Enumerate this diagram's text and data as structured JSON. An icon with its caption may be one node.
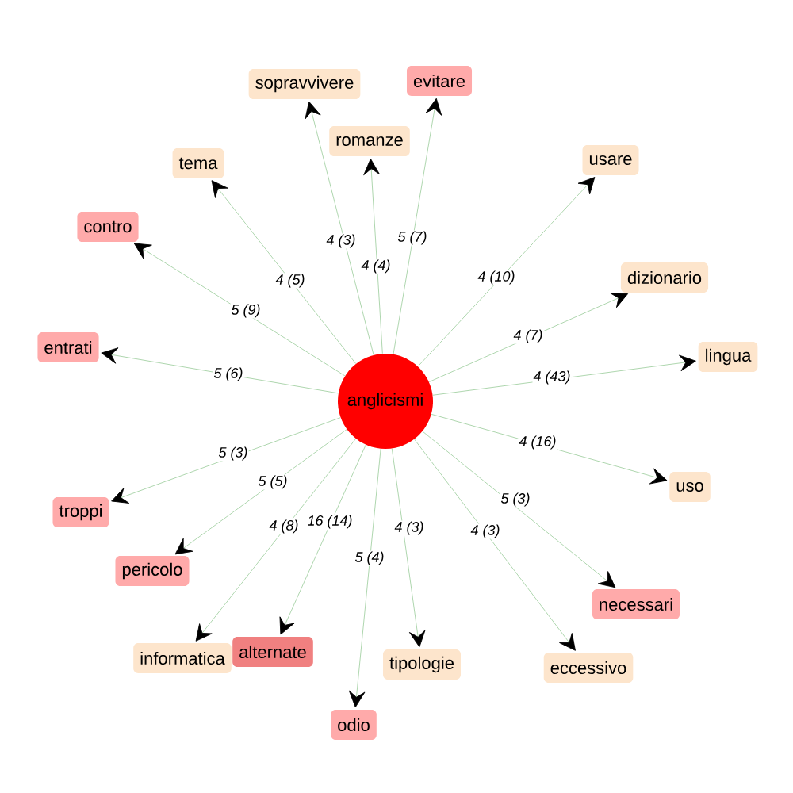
{
  "diagram": {
    "nodes": [
      {
        "text": [
          "anglicismi"
        ]
      },
      {
        "text": [
          "sopravvivere"
        ]
      },
      {
        "text": [
          "evitare"
        ]
      },
      {
        "text": [
          "romanze"
        ]
      },
      {
        "text": [
          "tema"
        ]
      },
      {
        "text": [
          "usare"
        ]
      },
      {
        "text": [
          "contro"
        ]
      },
      {
        "text": [
          "dizionario"
        ]
      },
      {
        "text": [
          "entrati"
        ]
      },
      {
        "text": [
          "lingua"
        ]
      },
      {
        "text": [
          "uso"
        ]
      },
      {
        "text": [
          "troppi"
        ]
      },
      {
        "text": [
          "pericolo"
        ]
      },
      {
        "text": [
          "necessari"
        ]
      },
      {
        "text": [
          "informatica"
        ]
      },
      {
        "text": [
          "alternate"
        ]
      },
      {
        "text": [
          "tipologie"
        ]
      },
      {
        "text": [
          "eccessivo"
        ]
      },
      {
        "text": [
          "odio"
        ]
      }
    ],
    "edges": [
      {
        "from": 0,
        "to": 1,
        "arrow": "to",
        "label": "4 (3)"
      },
      {
        "from": 0,
        "to": 2,
        "arrow": "to",
        "label": "5 (7)"
      },
      {
        "from": 0,
        "to": 3,
        "arrow": "to",
        "label": "4 (4)"
      },
      {
        "from": 0,
        "to": 4,
        "arrow": "to",
        "label": "4 (5)"
      },
      {
        "from": 0,
        "to": 5,
        "arrow": "to",
        "label": "4 (10)"
      },
      {
        "from": 0,
        "to": 6,
        "arrow": "to",
        "label": "5 (9)"
      },
      {
        "from": 0,
        "to": 7,
        "arrow": "to",
        "label": "4 (7)"
      },
      {
        "from": 0,
        "to": 8,
        "arrow": "to",
        "label": "5 (6)"
      },
      {
        "from": 0,
        "to": 9,
        "arrow": "to",
        "label": "4 (43)"
      },
      {
        "from": 0,
        "to": 10,
        "arrow": "to",
        "label": "4 (16)"
      },
      {
        "from": 0,
        "to": 11,
        "arrow": "to",
        "label": "5 (3)"
      },
      {
        "from": 0,
        "to": 12,
        "arrow": "to",
        "label": "5 (5)"
      },
      {
        "from": 0,
        "to": 13,
        "arrow": "to",
        "label": "5 (3)"
      },
      {
        "from": 0,
        "to": 14,
        "arrow": "to",
        "label": "4 (8)"
      },
      {
        "from": 0,
        "to": 15,
        "arrow": "to",
        "label": "16 (14)"
      },
      {
        "from": 0,
        "to": 16,
        "arrow": "to",
        "label": "4 (3)"
      },
      {
        "from": 0,
        "to": 17,
        "arrow": "to",
        "label": "4 (3)"
      },
      {
        "from": 0,
        "to": 18,
        "arrow": "to",
        "label": "5 (4)"
      }
    ]
  }
}
